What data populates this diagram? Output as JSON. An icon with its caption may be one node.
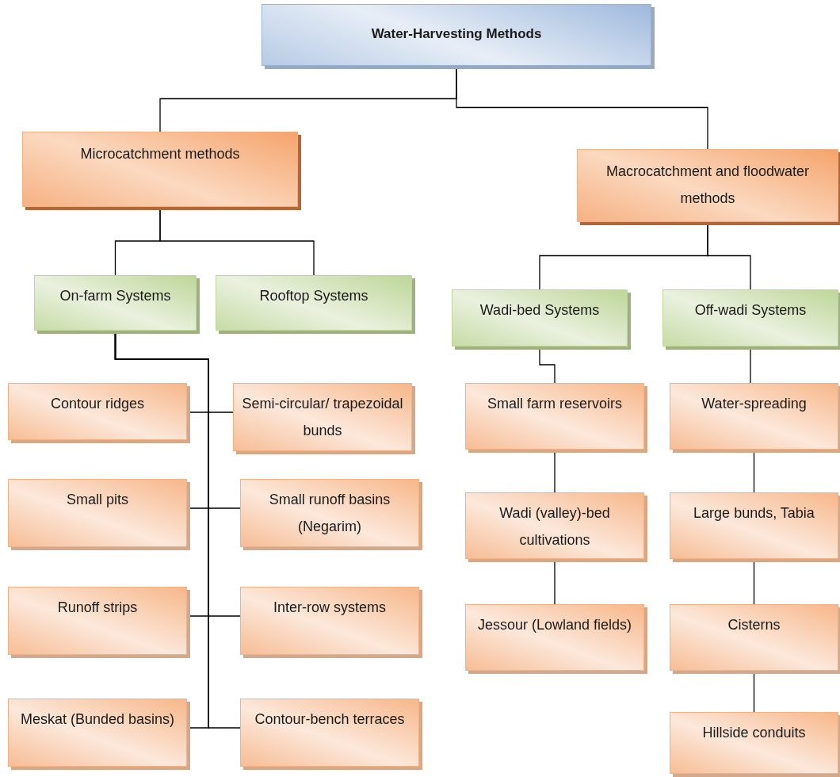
{
  "diagram": {
    "nodes": [
      {
        "text": [
          "Water-Harvesting Methods"
        ]
      },
      {
        "text": [
          "Microcatchment methods"
        ]
      },
      {
        "text": [
          "Macrocatchment and floodwater methods"
        ]
      },
      {
        "text": [
          "On-farm Systems"
        ]
      },
      {
        "text": [
          "Rooftop Systems"
        ]
      },
      {
        "text": [
          "Wadi-bed Systems"
        ]
      },
      {
        "text": [
          "Off-wadi Systems"
        ]
      },
      {
        "text": [
          "Contour ridges"
        ]
      },
      {
        "text": [
          "Semi-circular/ trapezoidal bunds"
        ]
      },
      {
        "text": [
          "Small farm reservoirs"
        ]
      },
      {
        "text": [
          "Water-spreading"
        ]
      },
      {
        "text": [
          "Small pits"
        ]
      },
      {
        "text": [
          "Small runoff basins (Negarim)"
        ]
      },
      {
        "text": [
          "Wadi (valley)-bed cultivations"
        ]
      },
      {
        "text": [
          "Large bunds, Tabia"
        ]
      },
      {
        "text": [
          "Runoff strips"
        ]
      },
      {
        "text": [
          "Inter-row systems"
        ]
      },
      {
        "text": [
          "Jessour (Lowland fields)"
        ]
      },
      {
        "text": [
          "Cisterns"
        ]
      },
      {
        "text": [
          "Meskat (Bunded basins)"
        ]
      },
      {
        "text": [
          "Contour-bench terraces"
        ]
      },
      {
        "text": [
          "Hillside conduits"
        ]
      }
    ],
    "edges": [
      {
        "from": 0,
        "to": 1,
        "arrow": "none"
      },
      {
        "from": 0,
        "to": 2,
        "arrow": "none"
      },
      {
        "from": 1,
        "to": 3,
        "arrow": "none"
      },
      {
        "from": 1,
        "to": 4,
        "arrow": "none"
      },
      {
        "from": 2,
        "to": 5,
        "arrow": "none"
      },
      {
        "from": 2,
        "to": 6,
        "arrow": "none"
      },
      {
        "from": 3,
        "to": 7,
        "arrow": "none"
      },
      {
        "from": 3,
        "to": 8,
        "arrow": "none"
      },
      {
        "from": 3,
        "to": 11,
        "arrow": "none"
      },
      {
        "from": 3,
        "to": 12,
        "arrow": "none"
      },
      {
        "from": 3,
        "to": 15,
        "arrow": "none"
      },
      {
        "from": 3,
        "to": 16,
        "arrow": "none"
      },
      {
        "from": 3,
        "to": 19,
        "arrow": "none"
      },
      {
        "from": 3,
        "to": 20,
        "arrow": "none"
      },
      {
        "from": 5,
        "to": 9,
        "arrow": "none"
      },
      {
        "from": 9,
        "to": 13,
        "arrow": "none"
      },
      {
        "from": 13,
        "to": 17,
        "arrow": "none"
      },
      {
        "from": 6,
        "to": 10,
        "arrow": "none"
      },
      {
        "from": 10,
        "to": 14,
        "arrow": "none"
      },
      {
        "from": 14,
        "to": 18,
        "arrow": "none"
      },
      {
        "from": 18,
        "to": 21,
        "arrow": "none"
      }
    ]
  }
}
